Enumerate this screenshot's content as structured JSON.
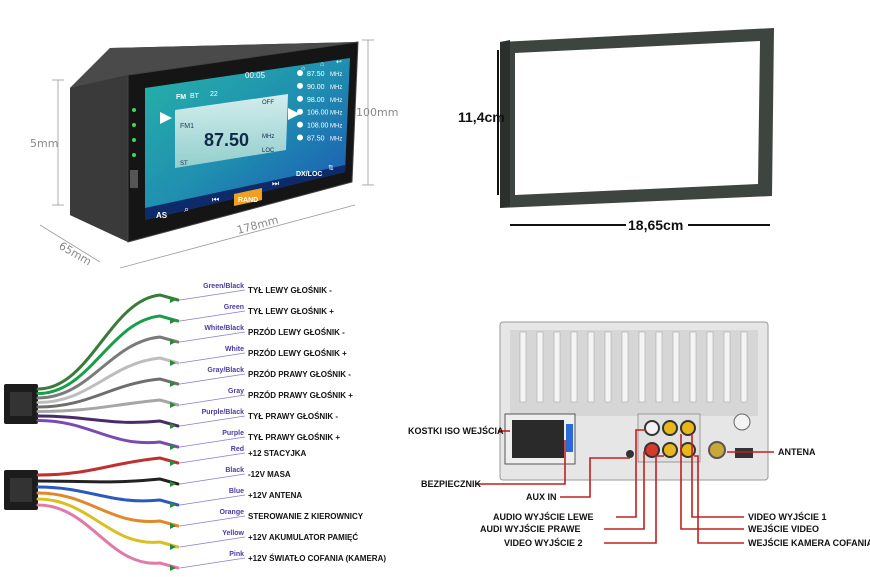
{
  "unit_dims": {
    "height": "100mm",
    "depth_left": "65mm",
    "width": "178mm",
    "side": "5mm"
  },
  "screen": {
    "status": {
      "time": "00:05",
      "bt": "BT",
      "vol": "22",
      "fm_tag": "FM"
    },
    "band": "FM1",
    "frequency": "87.50",
    "unit": "MHz",
    "off": "OFF",
    "st": "ST",
    "loc": "LOC",
    "presets": [
      {
        "freq": "87.50",
        "unit": "MHz"
      },
      {
        "freq": "90.00",
        "unit": "MHz"
      },
      {
        "freq": "98.00",
        "unit": "MHz"
      },
      {
        "freq": "106.00",
        "unit": "MHz"
      },
      {
        "freq": "108.00",
        "unit": "MHz"
      },
      {
        "freq": "87.50",
        "unit": "MHz"
      }
    ],
    "buttons": {
      "as": "AS",
      "rand": "RAND",
      "dx": "DX/LOC"
    }
  },
  "frame": {
    "height": "11,4cm",
    "width": "18,65cm"
  },
  "iso_wires": [
    {
      "color_label": "Green/Black",
      "desc": "TYŁ LEWY GŁOŚNIK -",
      "stroke": "#3a7a3a"
    },
    {
      "color_label": "Green",
      "desc": "TYŁ LEWY GŁOŚNIK +",
      "stroke": "#1a9e4a"
    },
    {
      "color_label": "White/Black",
      "desc": "PRZÓD LEWY GŁOŚNIK -",
      "stroke": "#7a7a7a"
    },
    {
      "color_label": "White",
      "desc": "PRZÓD LEWY GŁOŚNIK +",
      "stroke": "#bdbdbd"
    },
    {
      "color_label": "Gray/Black",
      "desc": "PRZÓD PRAWY GŁOŚNIK -",
      "stroke": "#6e6e6e"
    },
    {
      "color_label": "Gray",
      "desc": "PRZÓD PRAWY GŁOŚNIK +",
      "stroke": "#a6a6a6"
    },
    {
      "color_label": "Purple/Black",
      "desc": "TYŁ PRAWY GŁOŚNIK -",
      "stroke": "#4a2a6a"
    },
    {
      "color_label": "Purple",
      "desc": "TYŁ PRAWY GŁOŚNIK +",
      "stroke": "#7a4ab0"
    }
  ],
  "power_wires": [
    {
      "color_label": "Red",
      "desc": "+12 STACYJKA",
      "stroke": "#c03030"
    },
    {
      "color_label": "Black",
      "desc": "-12V MASA",
      "stroke": "#222222"
    },
    {
      "color_label": "Blue",
      "desc": "+12V ANTENA",
      "stroke": "#2a5ac0"
    },
    {
      "color_label": "Orange",
      "desc": "STEROWANIE Z KIEROWNICY",
      "stroke": "#e0882a"
    },
    {
      "color_label": "Yellow",
      "desc": "+12V AKUMULATOR PAMIĘĆ",
      "stroke": "#d8c020"
    },
    {
      "color_label": "Pink",
      "desc": "+12V ŚWIATŁO COFANIA (KAMERA)",
      "stroke": "#e07aa8"
    }
  ],
  "rear_labels": {
    "iso": "KOSTKI ISO WEJŚCIA",
    "fuse": "BEZPIECZNIK",
    "aux": "AUX IN",
    "audio_l": "AUDIO WYJŚCIE LEWE",
    "audio_r": "AUDI WYJŚCIE PRAWE",
    "video2": "VIDEO WYJŚCIE 2",
    "antenna": "ANTENA",
    "video1": "VIDEO WYJŚCIE 1",
    "video_in": "WEJŚCIE VIDEO",
    "camera": "WEJŚCIE KAMERA COFANIA"
  },
  "colors": {
    "screen_teal": "#2aa6a0",
    "screen_blue": "#1a3fa8",
    "accent_orange": "#f0a020",
    "rca_white": "#f2f2f2",
    "rca_red": "#d83a2a",
    "rca_yellow": "#e8b81a"
  }
}
